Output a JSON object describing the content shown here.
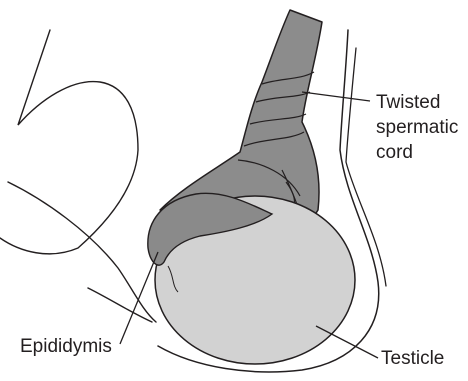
{
  "labels": {
    "twisted_cord_line1": "Twisted",
    "twisted_cord_line2": "spermatic",
    "twisted_cord_line3": "cord",
    "epididymis": "Epididymis",
    "testicle": "Testicle"
  },
  "colors": {
    "background": "#ffffff",
    "outline": "#231f20",
    "cord_fill": "#8c8c8c",
    "epididymis_fill": "#8a8a8a",
    "testicle_fill": "#d2d2d2"
  }
}
